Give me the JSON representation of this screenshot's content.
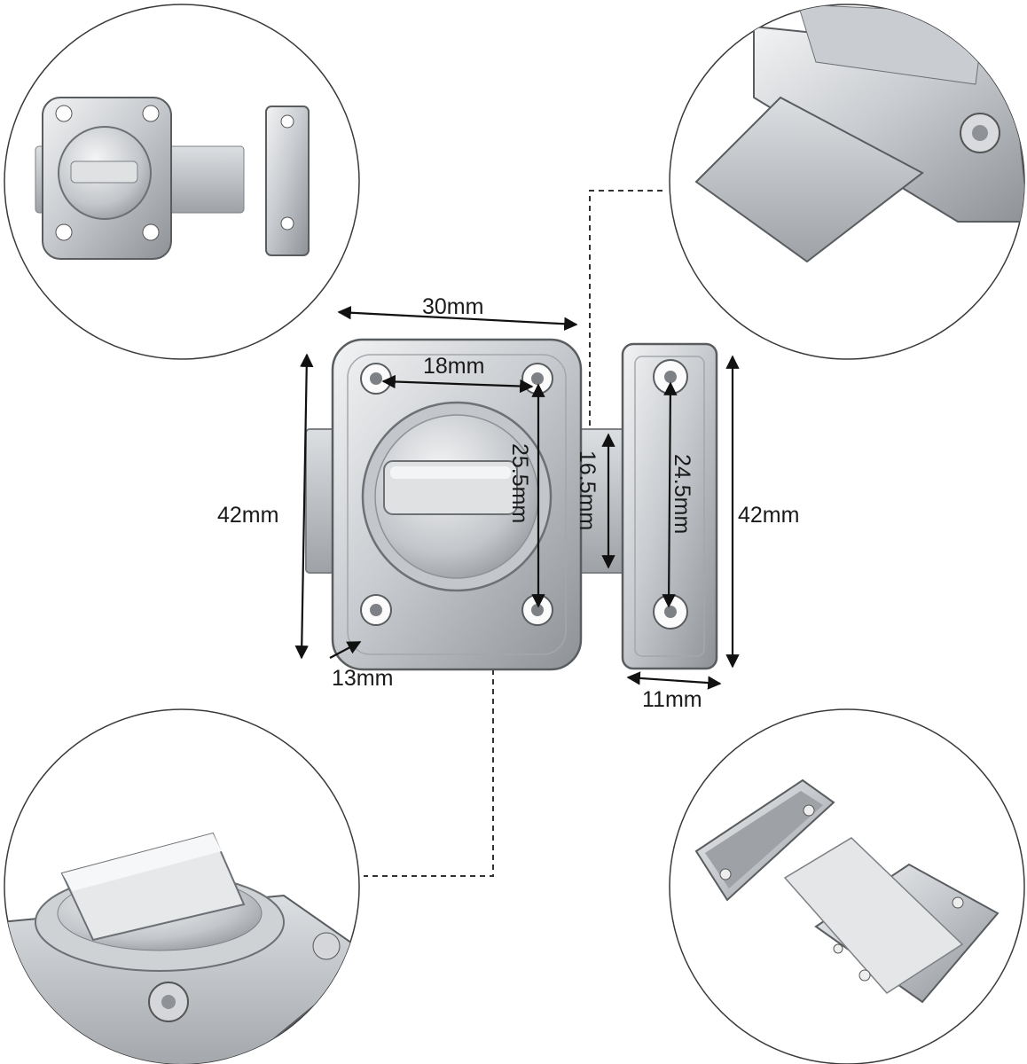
{
  "dimensions": {
    "width_top": "30mm",
    "hole_span_horizontal": "18mm",
    "height_left": "42mm",
    "hole_span_vertical": "25.5mm",
    "bolt_width": "16.5mm",
    "keeper_hole_span": "24.5mm",
    "height_right": "42mm",
    "plate_edge": "13mm",
    "keeper_width": "11mm"
  },
  "detail_views": [
    {
      "name": "top-left",
      "subject": "latch-and-keeper-overview-icon"
    },
    {
      "name": "top-right",
      "subject": "bolt-closeup-icon"
    },
    {
      "name": "bottom-left",
      "subject": "turn-knob-closeup-icon"
    },
    {
      "name": "bottom-right",
      "subject": "disassembled-parts-icon"
    }
  ],
  "colors": {
    "steel_light": "#e4e6e8",
    "steel_mid": "#b9bdc1",
    "steel_dark": "#7d8185",
    "outline": "#5a5d60",
    "circle_stroke": "#3a3a3a",
    "arrow": "#111111"
  }
}
